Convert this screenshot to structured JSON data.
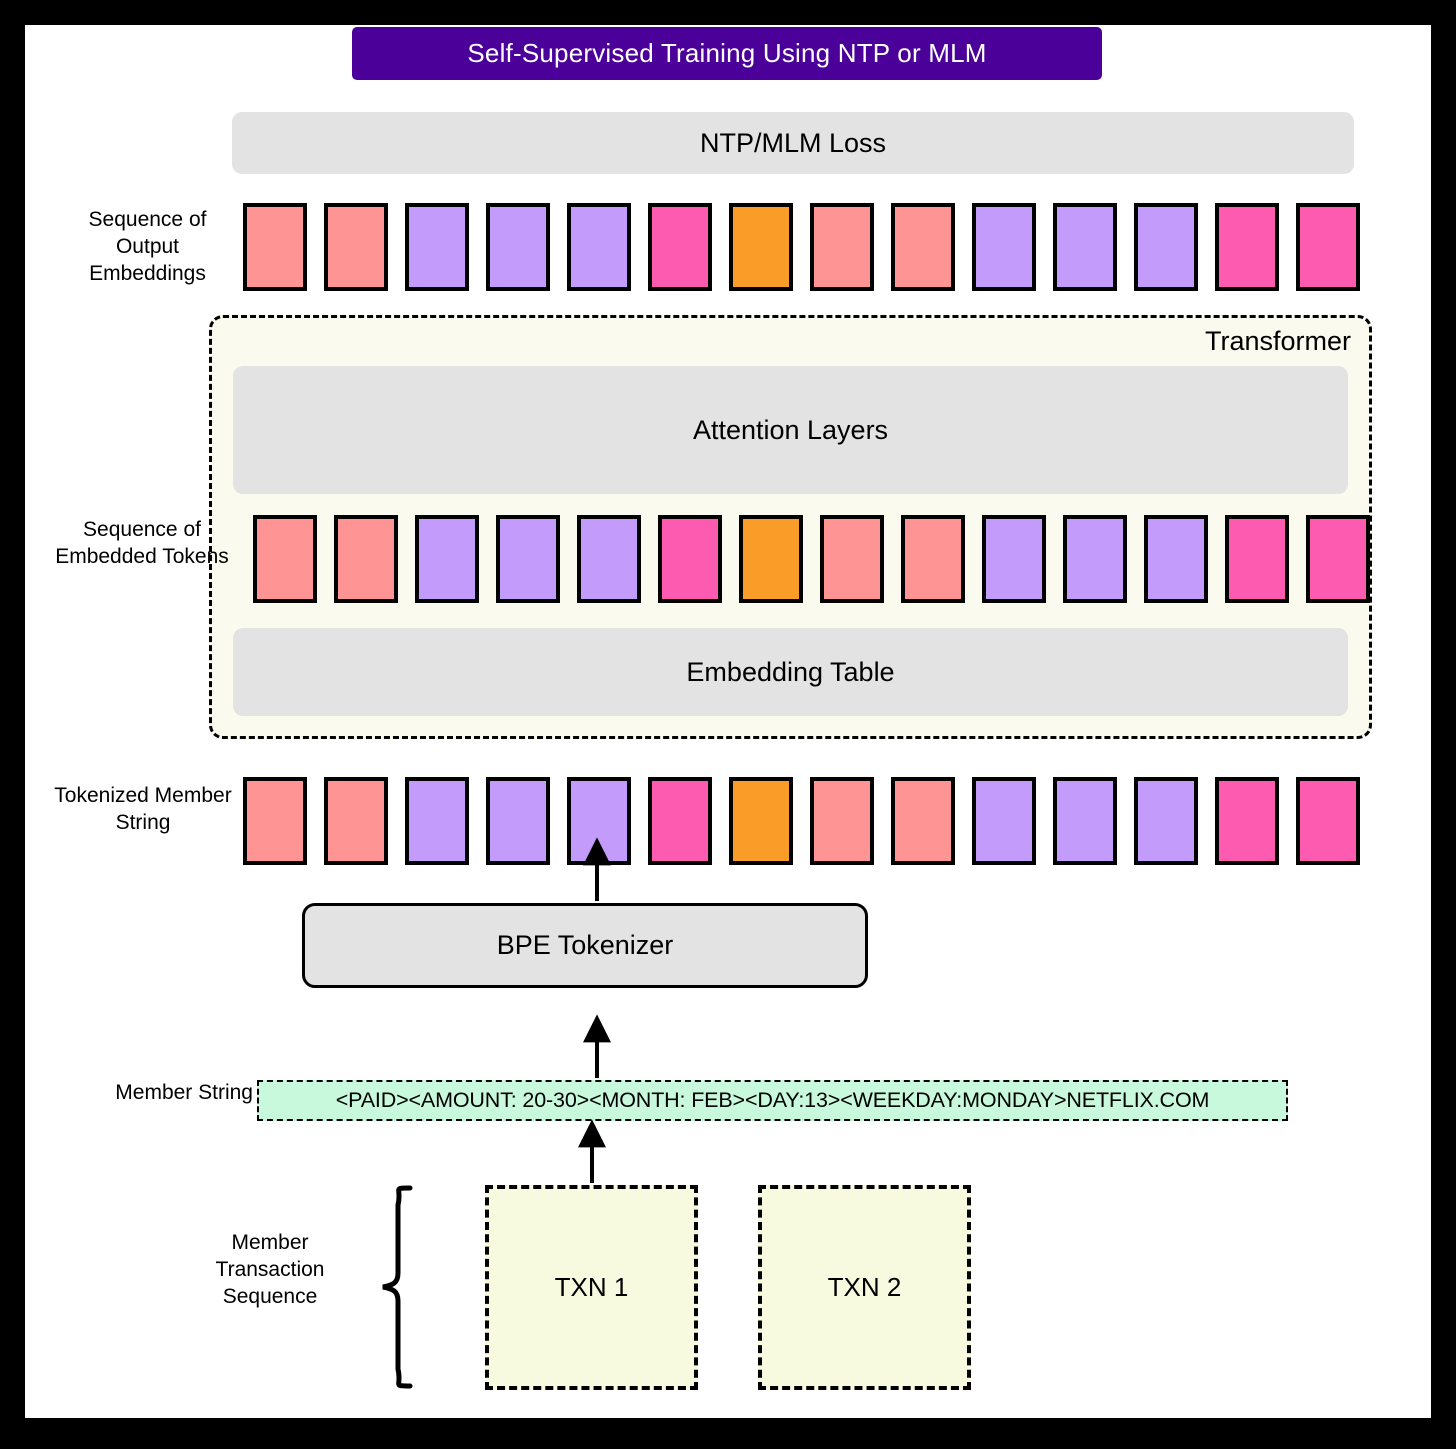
{
  "title": {
    "text": "Self-Supervised Training Using NTP or MLM",
    "bg": "#4B0199",
    "fg": "#FFFFFF"
  },
  "blocks": {
    "ntp_loss": "NTP/MLM Loss",
    "attention_layers": "Attention Layers",
    "embedding_table": "Embedding Table",
    "transformer_label": "Transformer",
    "bpe_tokenizer": "BPE Tokenizer"
  },
  "labels": {
    "output_embeddings": "Sequence of Output Embeddings",
    "embedded_tokens": "Sequence of Embedded Tokens",
    "tokenized_member_string": "Tokenized Member String",
    "member_string": "Member String",
    "member_transaction_sequence": "Member Transaction Sequence"
  },
  "member_string_value": "<PAID><AMOUNT: 20-30><MONTH: FEB><DAY:13><WEEKDAY:MONDAY>NETFLIX.COM",
  "transactions": [
    {
      "label": "TXN 1"
    },
    {
      "label": "TXN 2"
    }
  ],
  "palette": {
    "salmon": "#FF9494",
    "purple": "#C29BFB",
    "pink": "#FC5BB0",
    "orange": "#F99D28",
    "grey_block": "#E3E3E3",
    "transformer_bg": "#FAFBEE",
    "member_string_bg": "#C9F9DC",
    "txn_bg": "#F7FADE",
    "stroke": "#000000"
  },
  "token_sequence": [
    "salmon",
    "salmon",
    "purple",
    "purple",
    "purple",
    "pink",
    "orange",
    "salmon",
    "salmon",
    "purple",
    "purple",
    "purple",
    "pink",
    "pink"
  ],
  "token_rows": [
    {
      "name": "output-embeddings-row"
    },
    {
      "name": "embedded-tokens-row"
    },
    {
      "name": "tokenized-string-row"
    }
  ]
}
